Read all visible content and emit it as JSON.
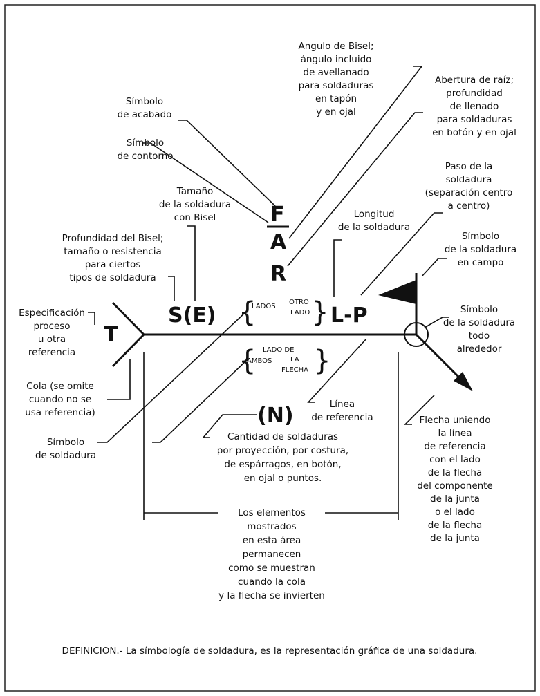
{
  "frame": {
    "border_color": "#222222"
  },
  "symbols": {
    "T": "T",
    "S_E": "S(E)",
    "L_P": "L-P",
    "F": "F",
    "A": "A",
    "R": "R",
    "N": "(N)"
  },
  "bracket_top": {
    "left": "LADOS",
    "right_1": "OTRO",
    "right_2": "LADO"
  },
  "bracket_bottom": {
    "line_1": "LADO DE",
    "ambos": "AMBOS",
    "la": "LA",
    "flecha": "FLECHA"
  },
  "labels": {
    "angulo_bisel": [
      "Angulo de Bisel;",
      "ángulo incluido",
      "de avellanado",
      "para soldaduras",
      "en tapón",
      "y en ojal"
    ],
    "abertura_raiz": [
      "Abertura de raíz;",
      "profundidad",
      "de llenado",
      "para soldaduras",
      "en botón y en ojal"
    ],
    "simbolo_acabado": [
      "Símbolo",
      "de acabado"
    ],
    "simbolo_contorno": [
      "Símbolo",
      "de contorno"
    ],
    "paso_soldadura": [
      "Paso de la",
      "soldadura",
      "(separación centro",
      "a centro)"
    ],
    "tamano_bisel": [
      "Tamaño",
      "de la soldadura",
      "con Bisel"
    ],
    "longitud": [
      "Longitud",
      "de la soldadura"
    ],
    "campo": [
      "Símbolo",
      "de la soldadura",
      "en campo"
    ],
    "profundidad_bisel": [
      "Profundidad del Bisel;",
      "tamaño o resistencia",
      "para ciertos",
      "tipos de soldadura"
    ],
    "especificacion": [
      "Especificación",
      "proceso",
      "u otra",
      "referencia"
    ],
    "todo_alrededor": [
      "Símbolo",
      "de la soldadura",
      "todo",
      "alrededor"
    ],
    "cola": [
      "Cola (se omite",
      "cuando no se",
      "usa referencia)"
    ],
    "linea_referencia": [
      "Línea",
      "de referencia"
    ],
    "simbolo_soldadura": [
      "Símbolo",
      "de soldadura"
    ],
    "cantidad": [
      "Cantidad de soldaduras",
      "por proyección, por costura,",
      "de espárragos, en botón,",
      "en ojal o puntos."
    ],
    "flecha_uniendo": [
      "Flecha uniendo",
      "la línea",
      "de referencia",
      "con el lado",
      "de la flecha",
      "del componente",
      "de la junta",
      "o el lado",
      "de la flecha",
      "de la junta"
    ],
    "elementos": [
      "Los elementos",
      "mostrados",
      "en esta área",
      "permanecen",
      "como se muestran",
      "cuando la cola",
      "y la flecha se invierten"
    ]
  },
  "definition": "DEFINICION.- La símbología de soldadura, es la representación gráfica de una soldadura."
}
